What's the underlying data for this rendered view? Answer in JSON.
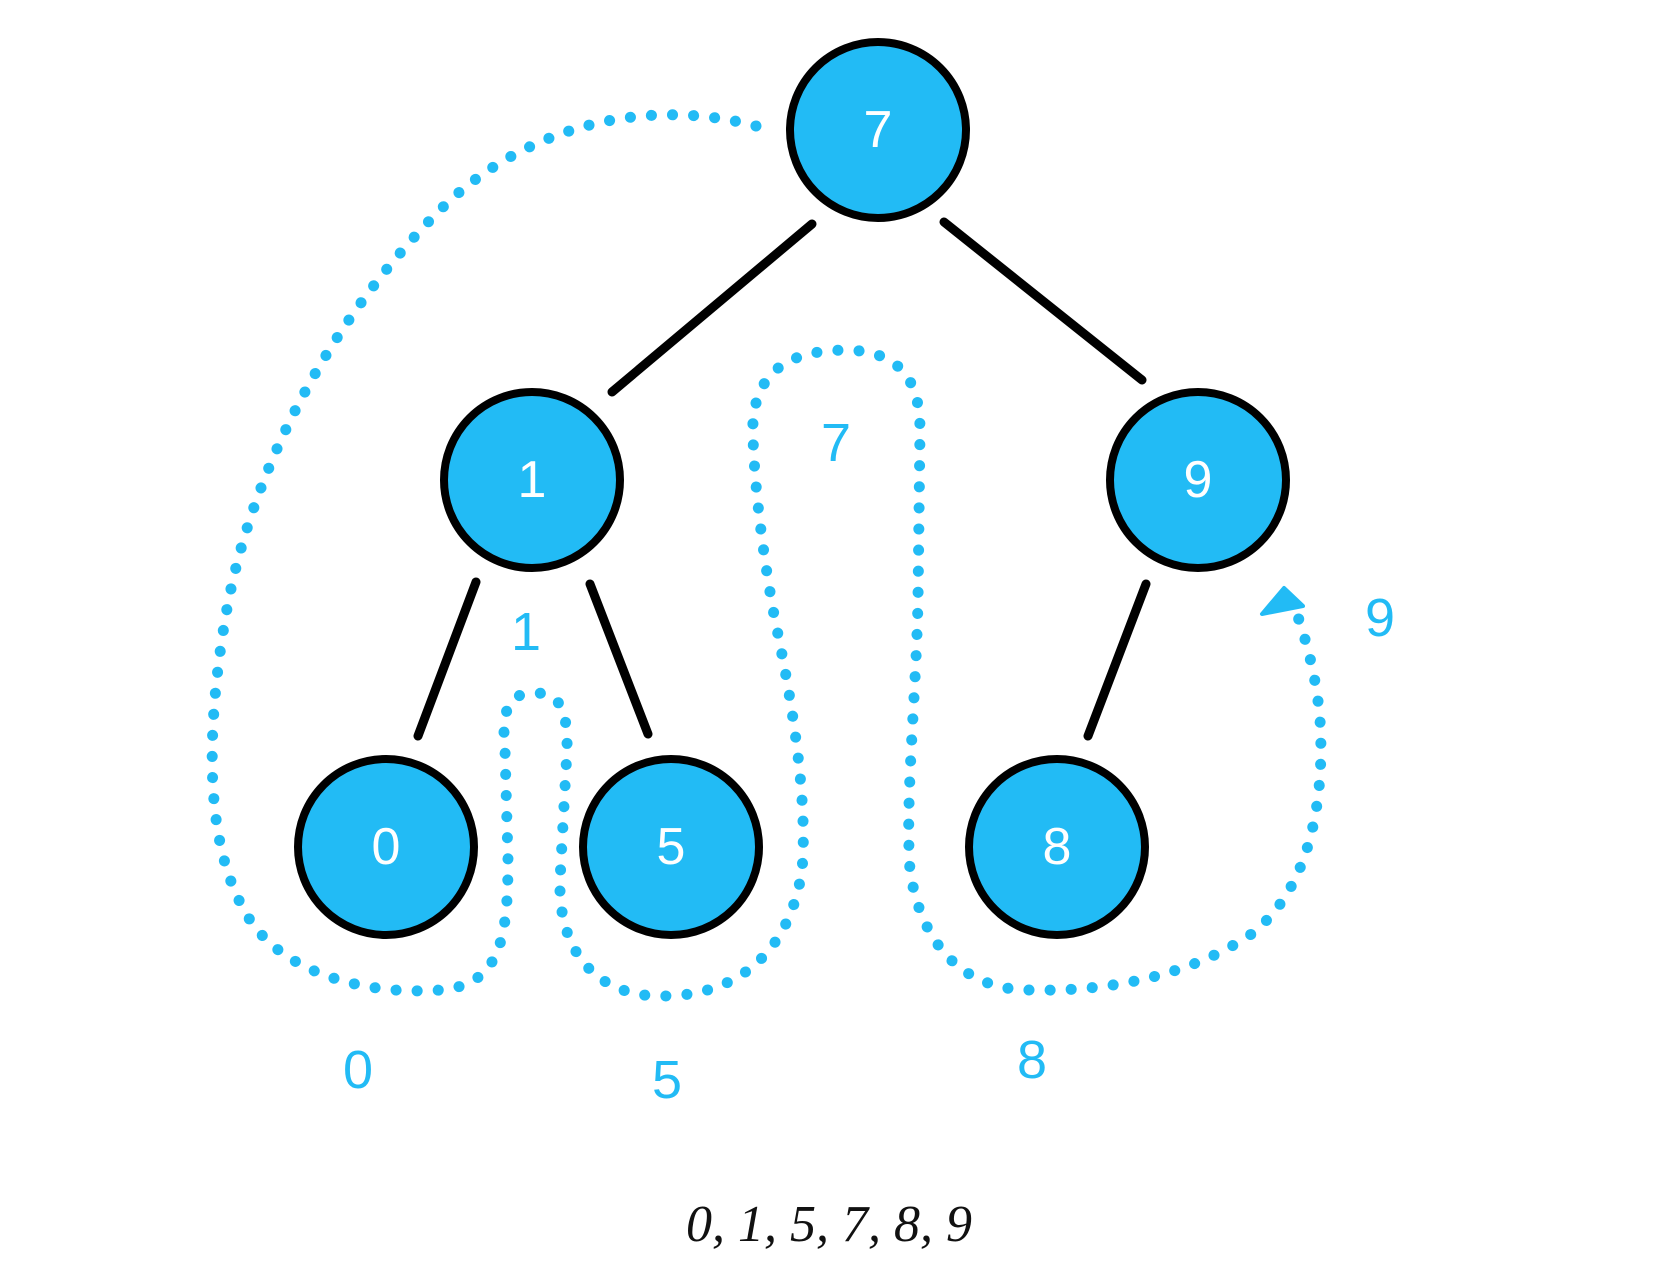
{
  "tree": {
    "nodes": [
      {
        "id": "n7",
        "label": "7"
      },
      {
        "id": "n1",
        "label": "1"
      },
      {
        "id": "n9",
        "label": "9"
      },
      {
        "id": "n0",
        "label": "0"
      },
      {
        "id": "n5",
        "label": "5"
      },
      {
        "id": "n8",
        "label": "8"
      }
    ],
    "edges": [
      {
        "from": "n7",
        "to": "n1"
      },
      {
        "from": "n7",
        "to": "n9"
      },
      {
        "from": "n1",
        "to": "n0"
      },
      {
        "from": "n1",
        "to": "n5"
      },
      {
        "from": "n9",
        "to": "n8"
      }
    ]
  },
  "traversal": {
    "visit_labels": [
      "0",
      "1",
      "5",
      "7",
      "8",
      "9"
    ],
    "sequence_text": "0, 1, 5, 7, 8, 9"
  },
  "colors": {
    "node_fill": "#22bbf5",
    "node_stroke": "#000000",
    "path_color": "#22bbf5",
    "edge_color": "#000000"
  }
}
